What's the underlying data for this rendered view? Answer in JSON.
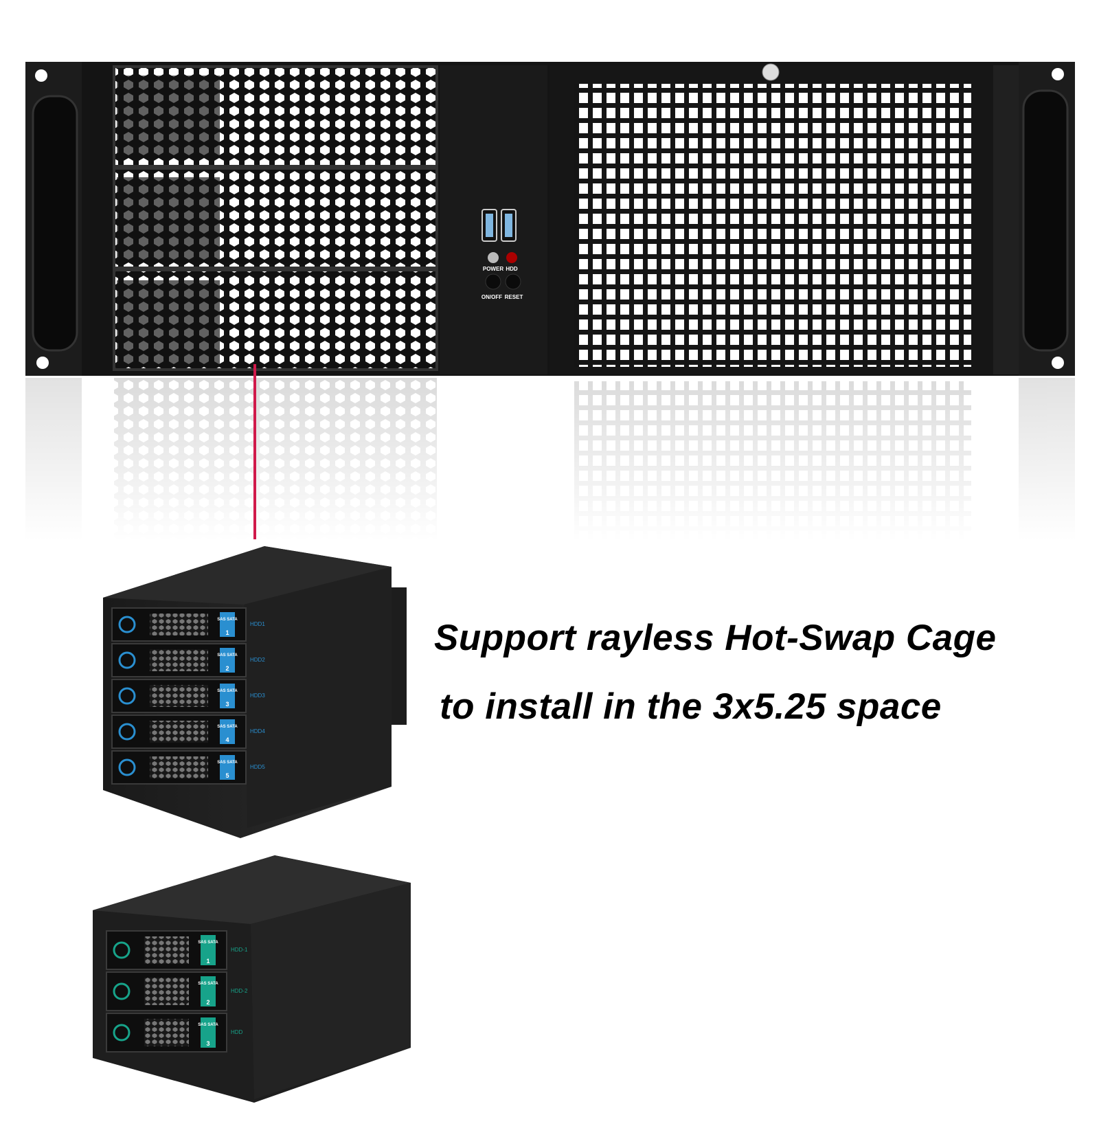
{
  "caption": {
    "line1": "Support rayless Hot-Swap Cage",
    "line2": "to install in the 3x5.25 space"
  },
  "front_panel": {
    "power_label": "POWER",
    "hdd_label": "HDD",
    "onoff_label": "ON/OFF",
    "reset_label": "RESET"
  },
  "cage_5bay": {
    "bays": [
      {
        "badge": "SAS SATA",
        "number": "1",
        "side": "HDD1"
      },
      {
        "badge": "SAS SATA",
        "number": "2",
        "side": "HDD2"
      },
      {
        "badge": "SAS SATA",
        "number": "3",
        "side": "HDD3"
      },
      {
        "badge": "SAS SATA",
        "number": "4",
        "side": "HDD4"
      },
      {
        "badge": "SAS SATA",
        "number": "5",
        "side": "HDD5"
      }
    ]
  },
  "cage_3bay": {
    "bays": [
      {
        "badge": "SAS SATA",
        "number": "1",
        "side": "HDD-1"
      },
      {
        "badge": "SAS SATA",
        "number": "2",
        "side": "HDD-2"
      },
      {
        "badge": "SAS SATA",
        "number": "3",
        "side": "HDD"
      }
    ]
  },
  "colors": {
    "chassis": "#141414",
    "callout_line": "#d0194a",
    "bay_accent": "#2a8fd0",
    "bay_accent_2": "#17a38a"
  }
}
